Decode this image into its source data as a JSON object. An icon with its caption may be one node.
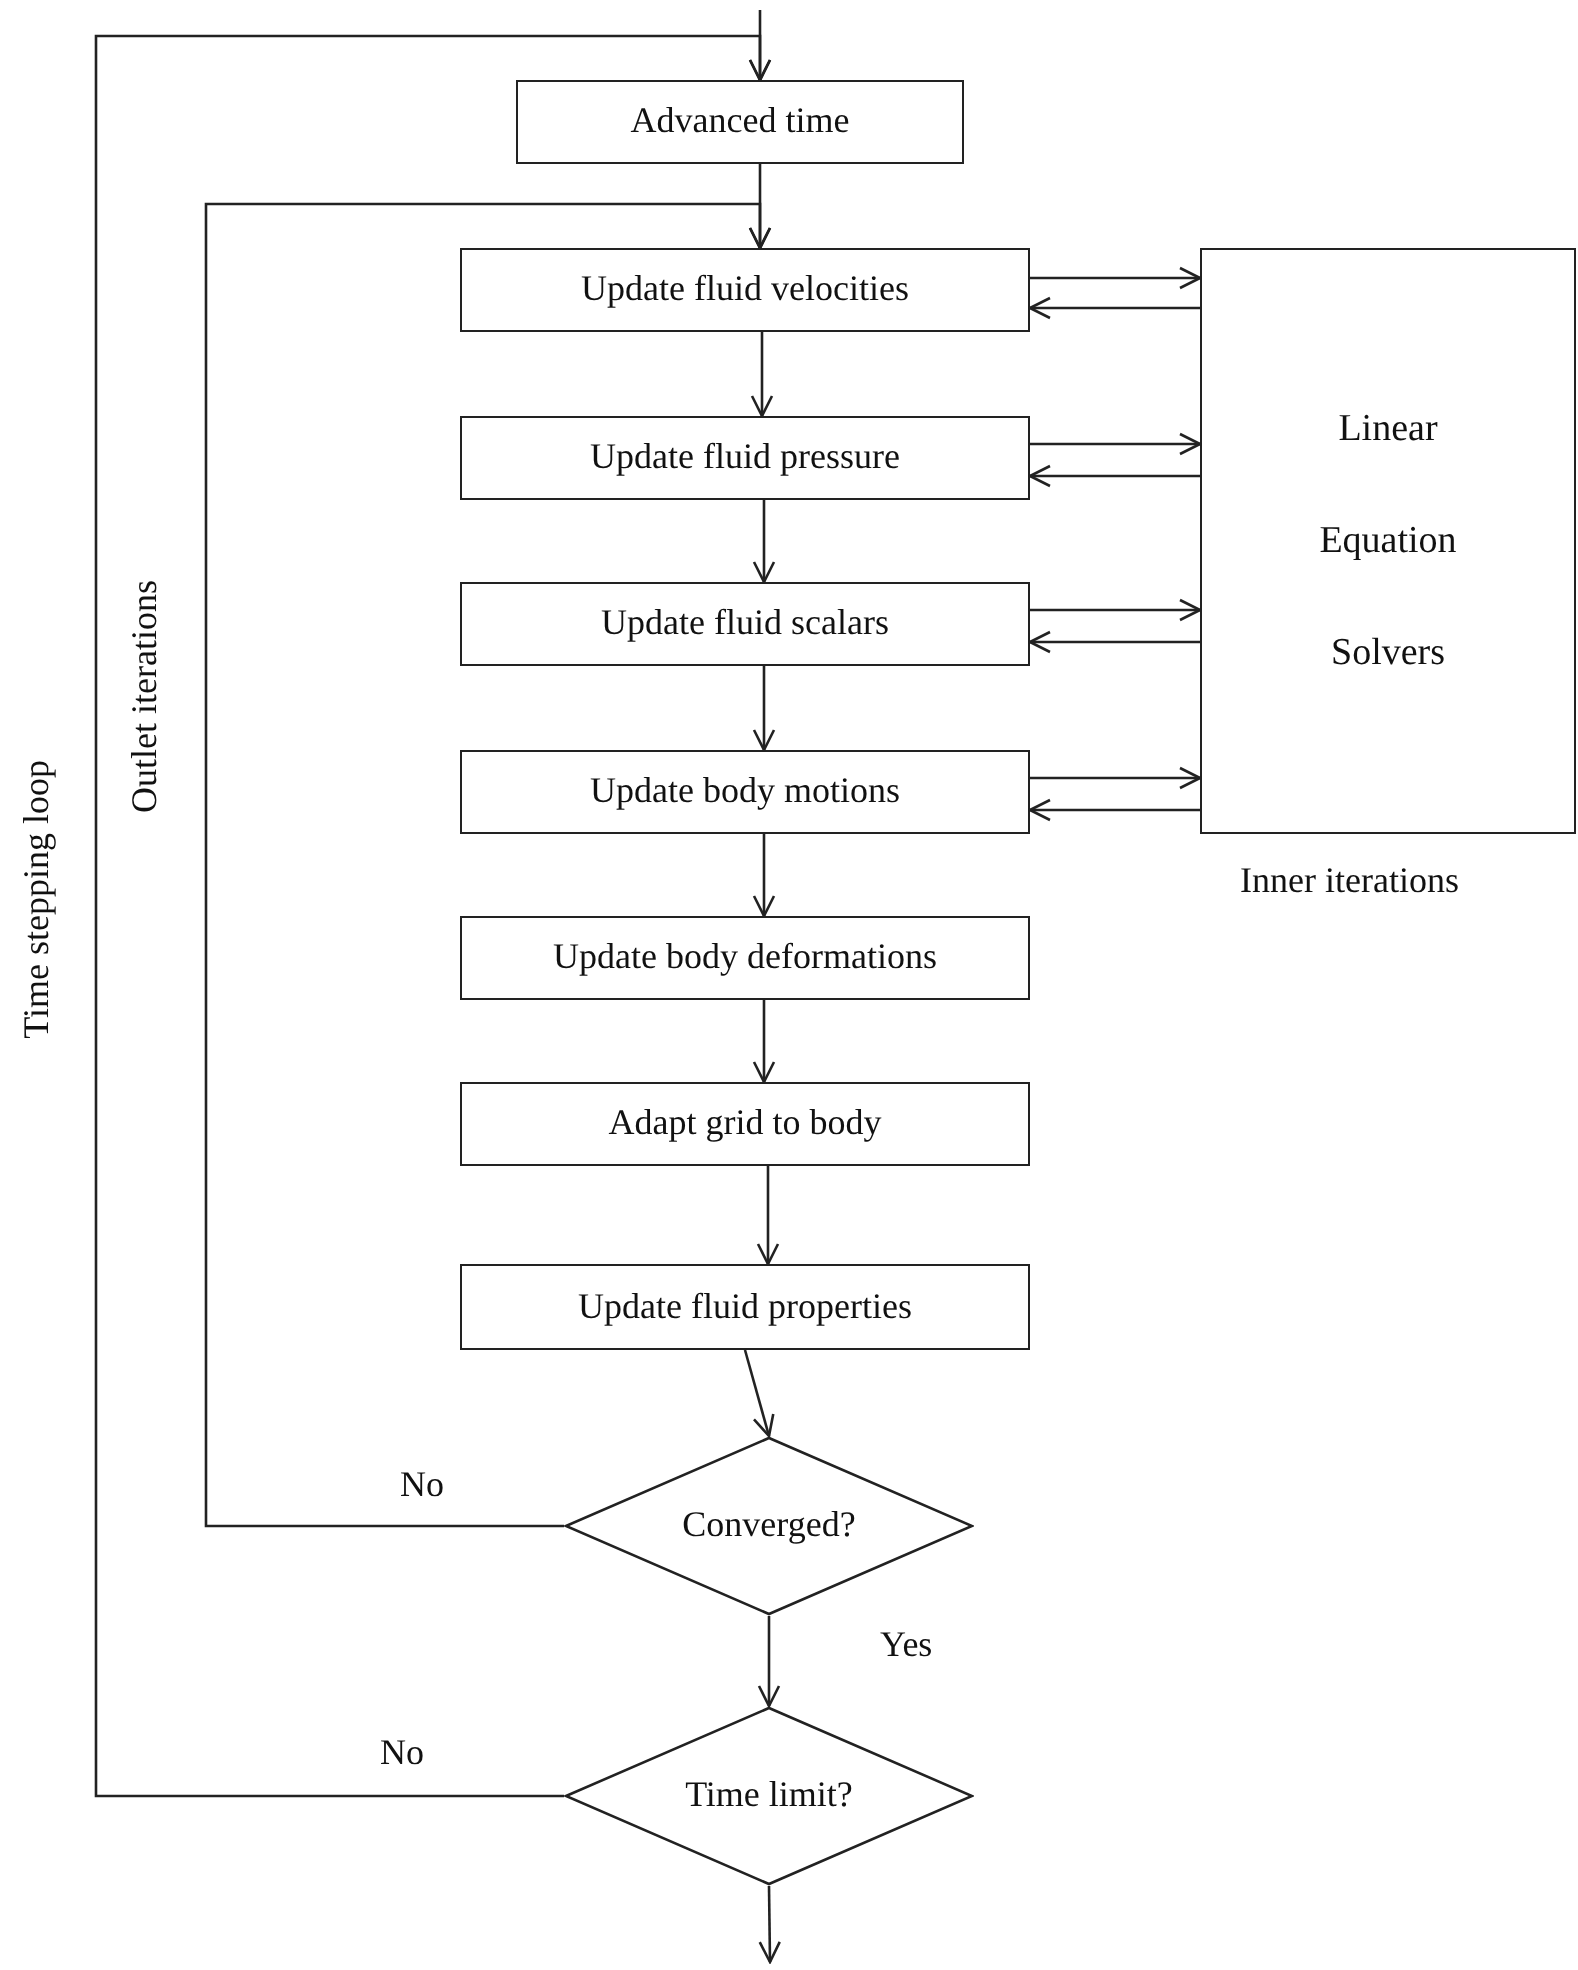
{
  "diagram": {
    "nodes": [
      {
        "text": [
          "Advanced time"
        ]
      },
      {
        "text": [
          "Update fluid velocities"
        ]
      },
      {
        "text": [
          "Update fluid pressure"
        ]
      },
      {
        "text": [
          "Update fluid scalars"
        ]
      },
      {
        "text": [
          "Update body motions"
        ]
      },
      {
        "text": [
          "Update body deformations"
        ]
      },
      {
        "text": [
          "Adapt grid to body"
        ]
      },
      {
        "text": [
          "Update fluid properties"
        ]
      },
      {
        "text": [
          "Converged?"
        ]
      },
      {
        "text": [
          "Time limit?"
        ]
      },
      {
        "text": [
          "Linear Equation Solvers"
        ],
        "beside": [
          "Inner iterations"
        ]
      }
    ],
    "edges": [
      {
        "from": null,
        "to": 0,
        "arrow": "to"
      },
      {
        "from": 0,
        "to": 1,
        "arrow": "to"
      },
      {
        "from": 1,
        "to": 10,
        "arrow": "to"
      },
      {
        "from": 10,
        "to": 1,
        "arrow": "to"
      },
      {
        "from": 1,
        "to": 2,
        "arrow": "to"
      },
      {
        "from": 2,
        "to": 10,
        "arrow": "to"
      },
      {
        "from": 10,
        "to": 2,
        "arrow": "to"
      },
      {
        "from": 2,
        "to": 3,
        "arrow": "to"
      },
      {
        "from": 3,
        "to": 10,
        "arrow": "to"
      },
      {
        "from": 10,
        "to": 3,
        "arrow": "to"
      },
      {
        "from": 3,
        "to": 4,
        "arrow": "to"
      },
      {
        "from": 4,
        "to": 10,
        "arrow": "to"
      },
      {
        "from": 10,
        "to": 4,
        "arrow": "to"
      },
      {
        "from": 4,
        "to": 5,
        "arrow": "to"
      },
      {
        "from": 5,
        "to": 6,
        "arrow": "to"
      },
      {
        "from": 6,
        "to": 7,
        "arrow": "to"
      },
      {
        "from": 7,
        "to": 8,
        "arrow": "to"
      },
      {
        "from": 8,
        "to": 1,
        "arrow": "to",
        "label": "No"
      },
      {
        "from": 8,
        "to": 9,
        "arrow": "to",
        "label": "Yes"
      },
      {
        "from": 9,
        "to": 0,
        "arrow": "to",
        "label": "No"
      },
      {
        "from": 9,
        "to": null,
        "arrow": "to"
      }
    ],
    "labels": [
      "Time stepping loop",
      "Outlet iterations"
    ]
  }
}
